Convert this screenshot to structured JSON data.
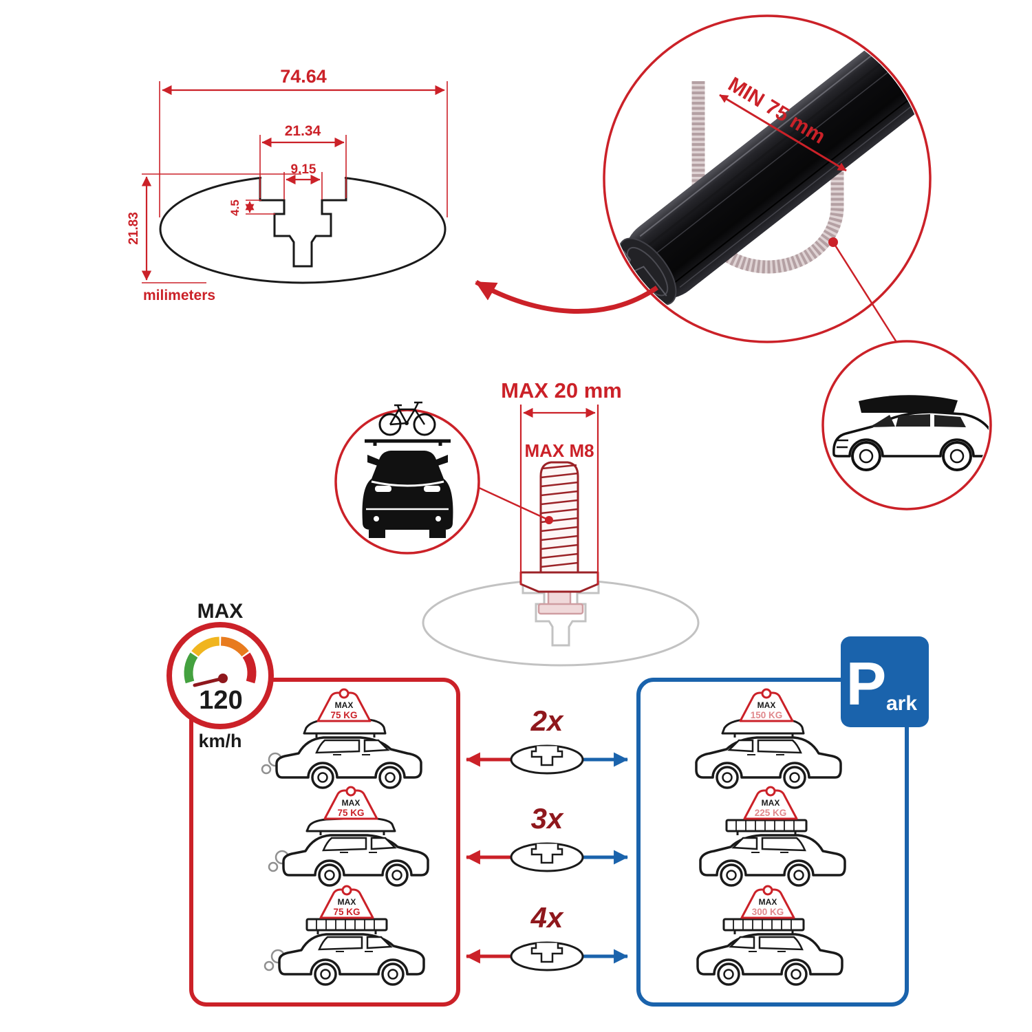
{
  "colors": {
    "red": "#cb2128",
    "dark_red": "#8f181d",
    "maroon": "#9b2227",
    "blue": "#1a63ac",
    "black": "#1a1a1a",
    "gray": "#c2c2c2",
    "light_red": "#e0878b"
  },
  "profile_dimensions": {
    "overall_width": "74.64",
    "slot_outer_width": "21.34",
    "slot_inner_width": "9.15",
    "slot_depth": "4.5",
    "overall_height": "21.83",
    "unit": "milimeters"
  },
  "bar_detail": {
    "min_bar_length": "MIN 75 mm"
  },
  "bolt": {
    "max_head_width": "MAX 20 mm",
    "max_thread": "MAX M8"
  },
  "speed_limit": {
    "title": "MAX",
    "value": "120",
    "unit": "km/h"
  },
  "park_sign": {
    "letter": "P",
    "rest": "ark"
  },
  "multipliers": [
    "2x",
    "3x",
    "4x"
  ],
  "driving_loads": [
    {
      "label": "MAX",
      "weight": "75 KG"
    },
    {
      "label": "MAX",
      "weight": "75 KG"
    },
    {
      "label": "MAX",
      "weight": "75 KG"
    }
  ],
  "parked_loads": [
    {
      "label": "MAX",
      "weight": "150 KG"
    },
    {
      "label": "MAX",
      "weight": "225 KG"
    },
    {
      "label": "MAX",
      "weight": "300 KG"
    }
  ]
}
